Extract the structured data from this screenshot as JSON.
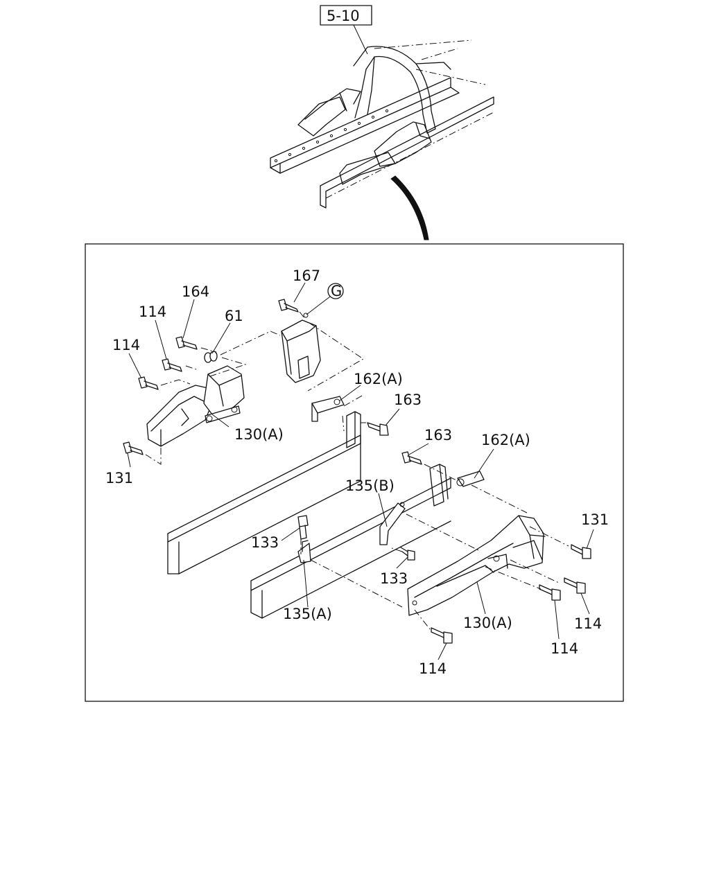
{
  "reference": {
    "label": "5-10"
  },
  "callout": {
    "label": "G"
  },
  "parts": [
    {
      "id": "p167",
      "label": "167"
    },
    {
      "id": "p164",
      "label": "164"
    },
    {
      "id": "p114a",
      "label": "114"
    },
    {
      "id": "p61",
      "label": "61"
    },
    {
      "id": "p114b",
      "label": "114"
    },
    {
      "id": "p162a",
      "label": "162(A)"
    },
    {
      "id": "p163a",
      "label": "163"
    },
    {
      "id": "p130a",
      "label": "130(A)"
    },
    {
      "id": "p131a",
      "label": "131"
    },
    {
      "id": "p163b",
      "label": "163"
    },
    {
      "id": "p162b",
      "label": "162(A)"
    },
    {
      "id": "p135b",
      "label": "135(B)"
    },
    {
      "id": "p131b",
      "label": "131"
    },
    {
      "id": "p133a",
      "label": "133"
    },
    {
      "id": "p133b",
      "label": "133"
    },
    {
      "id": "p135a",
      "label": "135(A)"
    },
    {
      "id": "p130b",
      "label": "130(A)"
    },
    {
      "id": "p114c",
      "label": "114"
    },
    {
      "id": "p114d",
      "label": "114"
    },
    {
      "id": "p114e",
      "label": "114"
    }
  ]
}
